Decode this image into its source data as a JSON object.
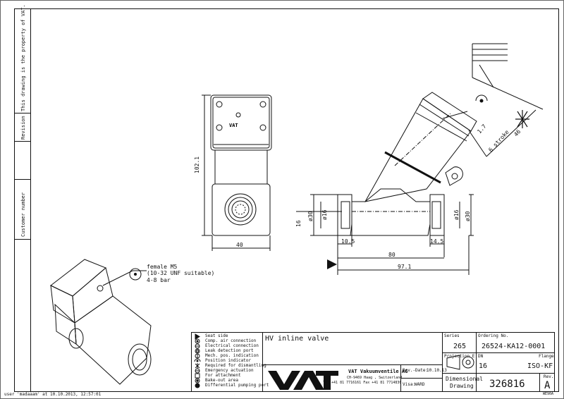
{
  "side_panel": {
    "property_note": "This drawing is the property of VAT.",
    "revision_label": "Revision",
    "customer_number_label": "Customer number"
  },
  "footer_user": "user 'madaaam' at 10.10.2013, 12:57:01",
  "callout": {
    "line1": "female M5",
    "line2": "(10-32 UNF suitable)",
    "line3": "4-8 bar"
  },
  "dimensions": {
    "height": "102.1",
    "width": "40",
    "d30_left": "ø30",
    "d16_left": "ø16",
    "d16_right": "ø16",
    "d30_right": "ø30",
    "offset16": "16",
    "l10_5": "10.5",
    "l14_5": "14.5",
    "l80": "80",
    "l97_1": "97.1",
    "d1_7": "1.7",
    "stroke": "6 stroke",
    "d46": "46"
  },
  "legend": [
    {
      "icon": "triangle-icon",
      "label": "Seat side"
    },
    {
      "icon": "compressed-air-icon",
      "label": "Comp. air connection"
    },
    {
      "icon": "electrical-icon",
      "label": "Electrical connection"
    },
    {
      "icon": "leak-detection-icon",
      "label": "Leak detection port"
    },
    {
      "icon": "mech-position-icon",
      "label": "Mech. pos. indication"
    },
    {
      "icon": "position-indicator-icon",
      "label": "Position indicator"
    },
    {
      "icon": "asterisk-icon",
      "label": "Required for dismantling"
    },
    {
      "icon": "emergency-icon",
      "label": "Emergency actuation"
    },
    {
      "icon": "square-icon",
      "label": "For attachment"
    },
    {
      "icon": "bake-out-icon",
      "label": "Bake-out area"
    },
    {
      "icon": "differential-pumping-icon",
      "label": "Differential pumping port"
    }
  ],
  "title_block": {
    "title": "HV inline valve",
    "logo_text": "VAT",
    "company_name": "VAT Vakuumventile AG",
    "company_address": "CH-9469 Haag , Switzerland",
    "company_contact": "Tel +41 81 7716161 Fax +41 81 7714830",
    "rev_date_label": "Rev.-Date:",
    "rev_date": "10.10.13",
    "visa_label": "Visa:",
    "visa": "WARD",
    "series_label": "Series",
    "series": "265",
    "ordering_label": "Ordering No.",
    "ordering_no": "26524-KA12-0001",
    "projection_label": "Projection E",
    "dn_label": "DN",
    "dn": "16",
    "flange_label": "Flange",
    "flange": "ISO-KF",
    "dimensional_label": "Dimensional",
    "drawing_label": "Drawing",
    "drawing_no": "326816",
    "rev_label": "Rev.",
    "rev": "A",
    "corner_code": "WE90A"
  }
}
